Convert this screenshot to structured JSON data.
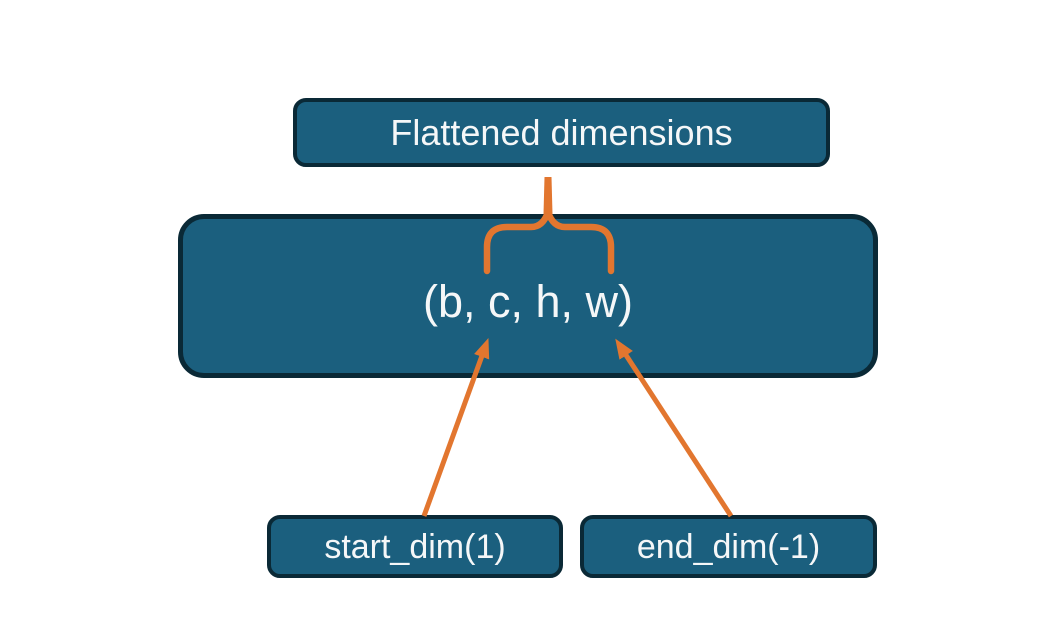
{
  "diagram": {
    "nodes": {
      "flattened": {
        "label": "Flattened dimensions"
      },
      "tensor": {
        "label": "(b, c, h, w)"
      },
      "start_dim": {
        "label": "start_dim(1)"
      },
      "end_dim": {
        "label": "end_dim(-1)"
      }
    },
    "icons": {
      "brace": "curly-brace-pointing-up",
      "left_arrow": "arrow-up-right",
      "right_arrow": "arrow-up-left"
    }
  },
  "colors": {
    "box_fill": "#1B5F7E",
    "box_border": "#0A2936",
    "accent": "#E2762F",
    "text": "#F5F7F8",
    "background": "#FFFFFF"
  }
}
